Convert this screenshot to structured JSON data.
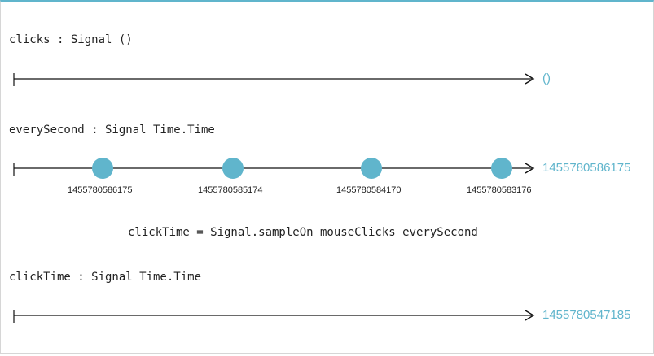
{
  "colors": {
    "accent": "#60b5cc",
    "text": "#222222",
    "axis": "#111111",
    "border": "#d6d6d6"
  },
  "signals": [
    {
      "label": "clicks : Signal ()",
      "current_value": "()",
      "events": []
    },
    {
      "label": "everySecond : Signal Time.Time",
      "current_value": "1455780586175",
      "events": [
        {
          "value": "1455780586175"
        },
        {
          "value": "1455780585174"
        },
        {
          "value": "1455780584170"
        },
        {
          "value": "1455780583176"
        }
      ]
    },
    {
      "label": "clickTime : Signal Time.Time",
      "current_value": "1455780547185",
      "events": []
    }
  ],
  "code": {
    "definition": "clickTime = Signal.sampleOn mouseClicks everySecond"
  },
  "icons": {
    "axis_start": "vertical-tick-icon",
    "axis_end": "arrowhead-right-icon",
    "event_marker": "circle-dot-icon"
  }
}
